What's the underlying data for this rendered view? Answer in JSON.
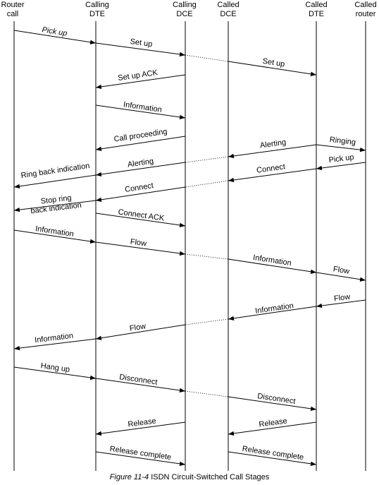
{
  "participants": [
    {
      "id": "router_call",
      "lines": [
        "Router",
        "call"
      ]
    },
    {
      "id": "calling_dte",
      "lines": [
        "Calling",
        "DTE"
      ]
    },
    {
      "id": "calling_dce",
      "lines": [
        "Calling",
        "DCE"
      ]
    },
    {
      "id": "called_dce",
      "lines": [
        "Called",
        "DCE"
      ]
    },
    {
      "id": "called_dte",
      "lines": [
        "Called",
        "DTE"
      ]
    },
    {
      "id": "called_router",
      "lines": [
        "Called",
        "router"
      ]
    }
  ],
  "messages": [
    {
      "id": "pick-up-1",
      "label": "Pick up",
      "italic": true
    },
    {
      "id": "set-up-1",
      "label": "Set up"
    },
    {
      "id": "set-up-2",
      "label": "Set up"
    },
    {
      "id": "set-up-ack",
      "label": "Set up ACK"
    },
    {
      "id": "information-1",
      "label": "Information"
    },
    {
      "id": "call-proceeding",
      "label": "Call proceeding"
    },
    {
      "id": "ringing",
      "label": "Ringing"
    },
    {
      "id": "alerting-1",
      "label": "Alerting"
    },
    {
      "id": "pick-up-2",
      "label": "Pick up"
    },
    {
      "id": "alerting-2",
      "label": "Alerting"
    },
    {
      "id": "connect-1",
      "label": "Connect"
    },
    {
      "id": "ring-back-indication",
      "label": "Ring back indication"
    },
    {
      "id": "connect-2",
      "label": "Connect"
    },
    {
      "id": "stop-ring-back",
      "label": "Stop ring",
      "label2": "back indication"
    },
    {
      "id": "connect-ack",
      "label": "Connect ACK"
    },
    {
      "id": "information-2",
      "label": "Information"
    },
    {
      "id": "flow-1",
      "label": "Flow"
    },
    {
      "id": "information-3",
      "label": "Information"
    },
    {
      "id": "flow-2",
      "label": "Flow"
    },
    {
      "id": "flow-3",
      "label": "Flow"
    },
    {
      "id": "information-4",
      "label": "Information"
    },
    {
      "id": "flow-4",
      "label": "Flow"
    },
    {
      "id": "information-5",
      "label": "Information"
    },
    {
      "id": "hang-up",
      "label": "Hang up"
    },
    {
      "id": "disconnect-1",
      "label": "Disconnect"
    },
    {
      "id": "disconnect-2",
      "label": "Disconnect"
    },
    {
      "id": "release-1",
      "label": "Release"
    },
    {
      "id": "release-2",
      "label": "Release"
    },
    {
      "id": "release-complete-1",
      "label": "Release complete"
    },
    {
      "id": "release-complete-2",
      "label": "Release complete"
    }
  ],
  "caption": {
    "figure": "Figure 11-4",
    "text": "ISDN Circuit-Switched Call Stages"
  }
}
